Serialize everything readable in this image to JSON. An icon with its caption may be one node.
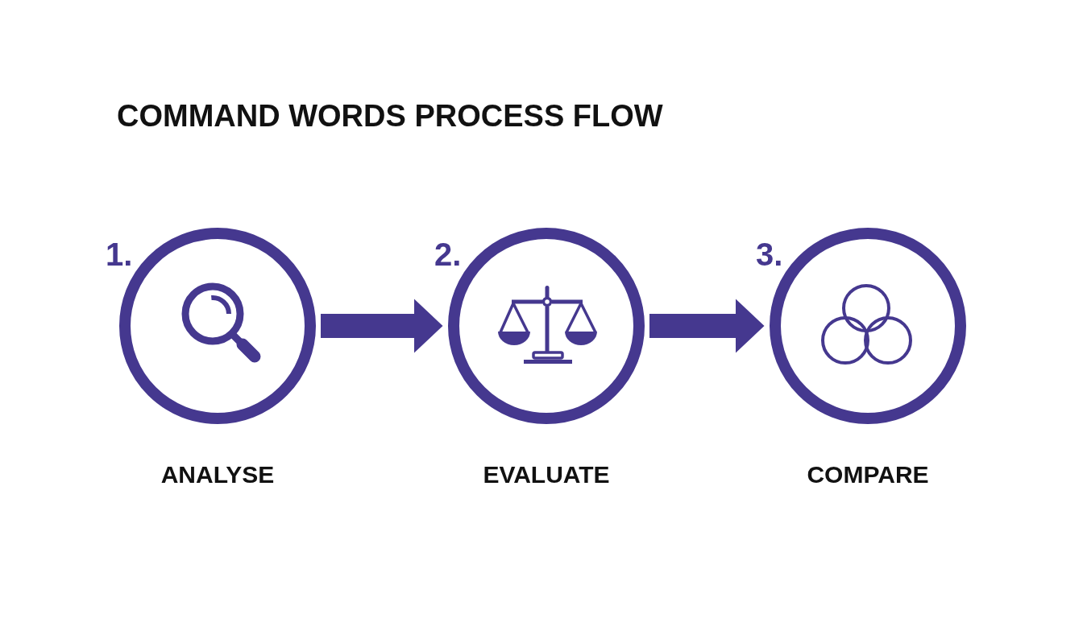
{
  "diagram": {
    "title": "COMMAND WORDS PROCESS FLOW",
    "nodes": [
      {
        "text": [
          "1.",
          "ANALYSE"
        ]
      },
      {
        "text": [
          "2.",
          "EVALUATE"
        ]
      },
      {
        "text": [
          "3.",
          "COMPARE"
        ]
      }
    ],
    "edges": [
      {
        "from": 0,
        "to": 1,
        "arrow": "to"
      },
      {
        "from": 1,
        "to": 2,
        "arrow": "to"
      }
    ]
  }
}
